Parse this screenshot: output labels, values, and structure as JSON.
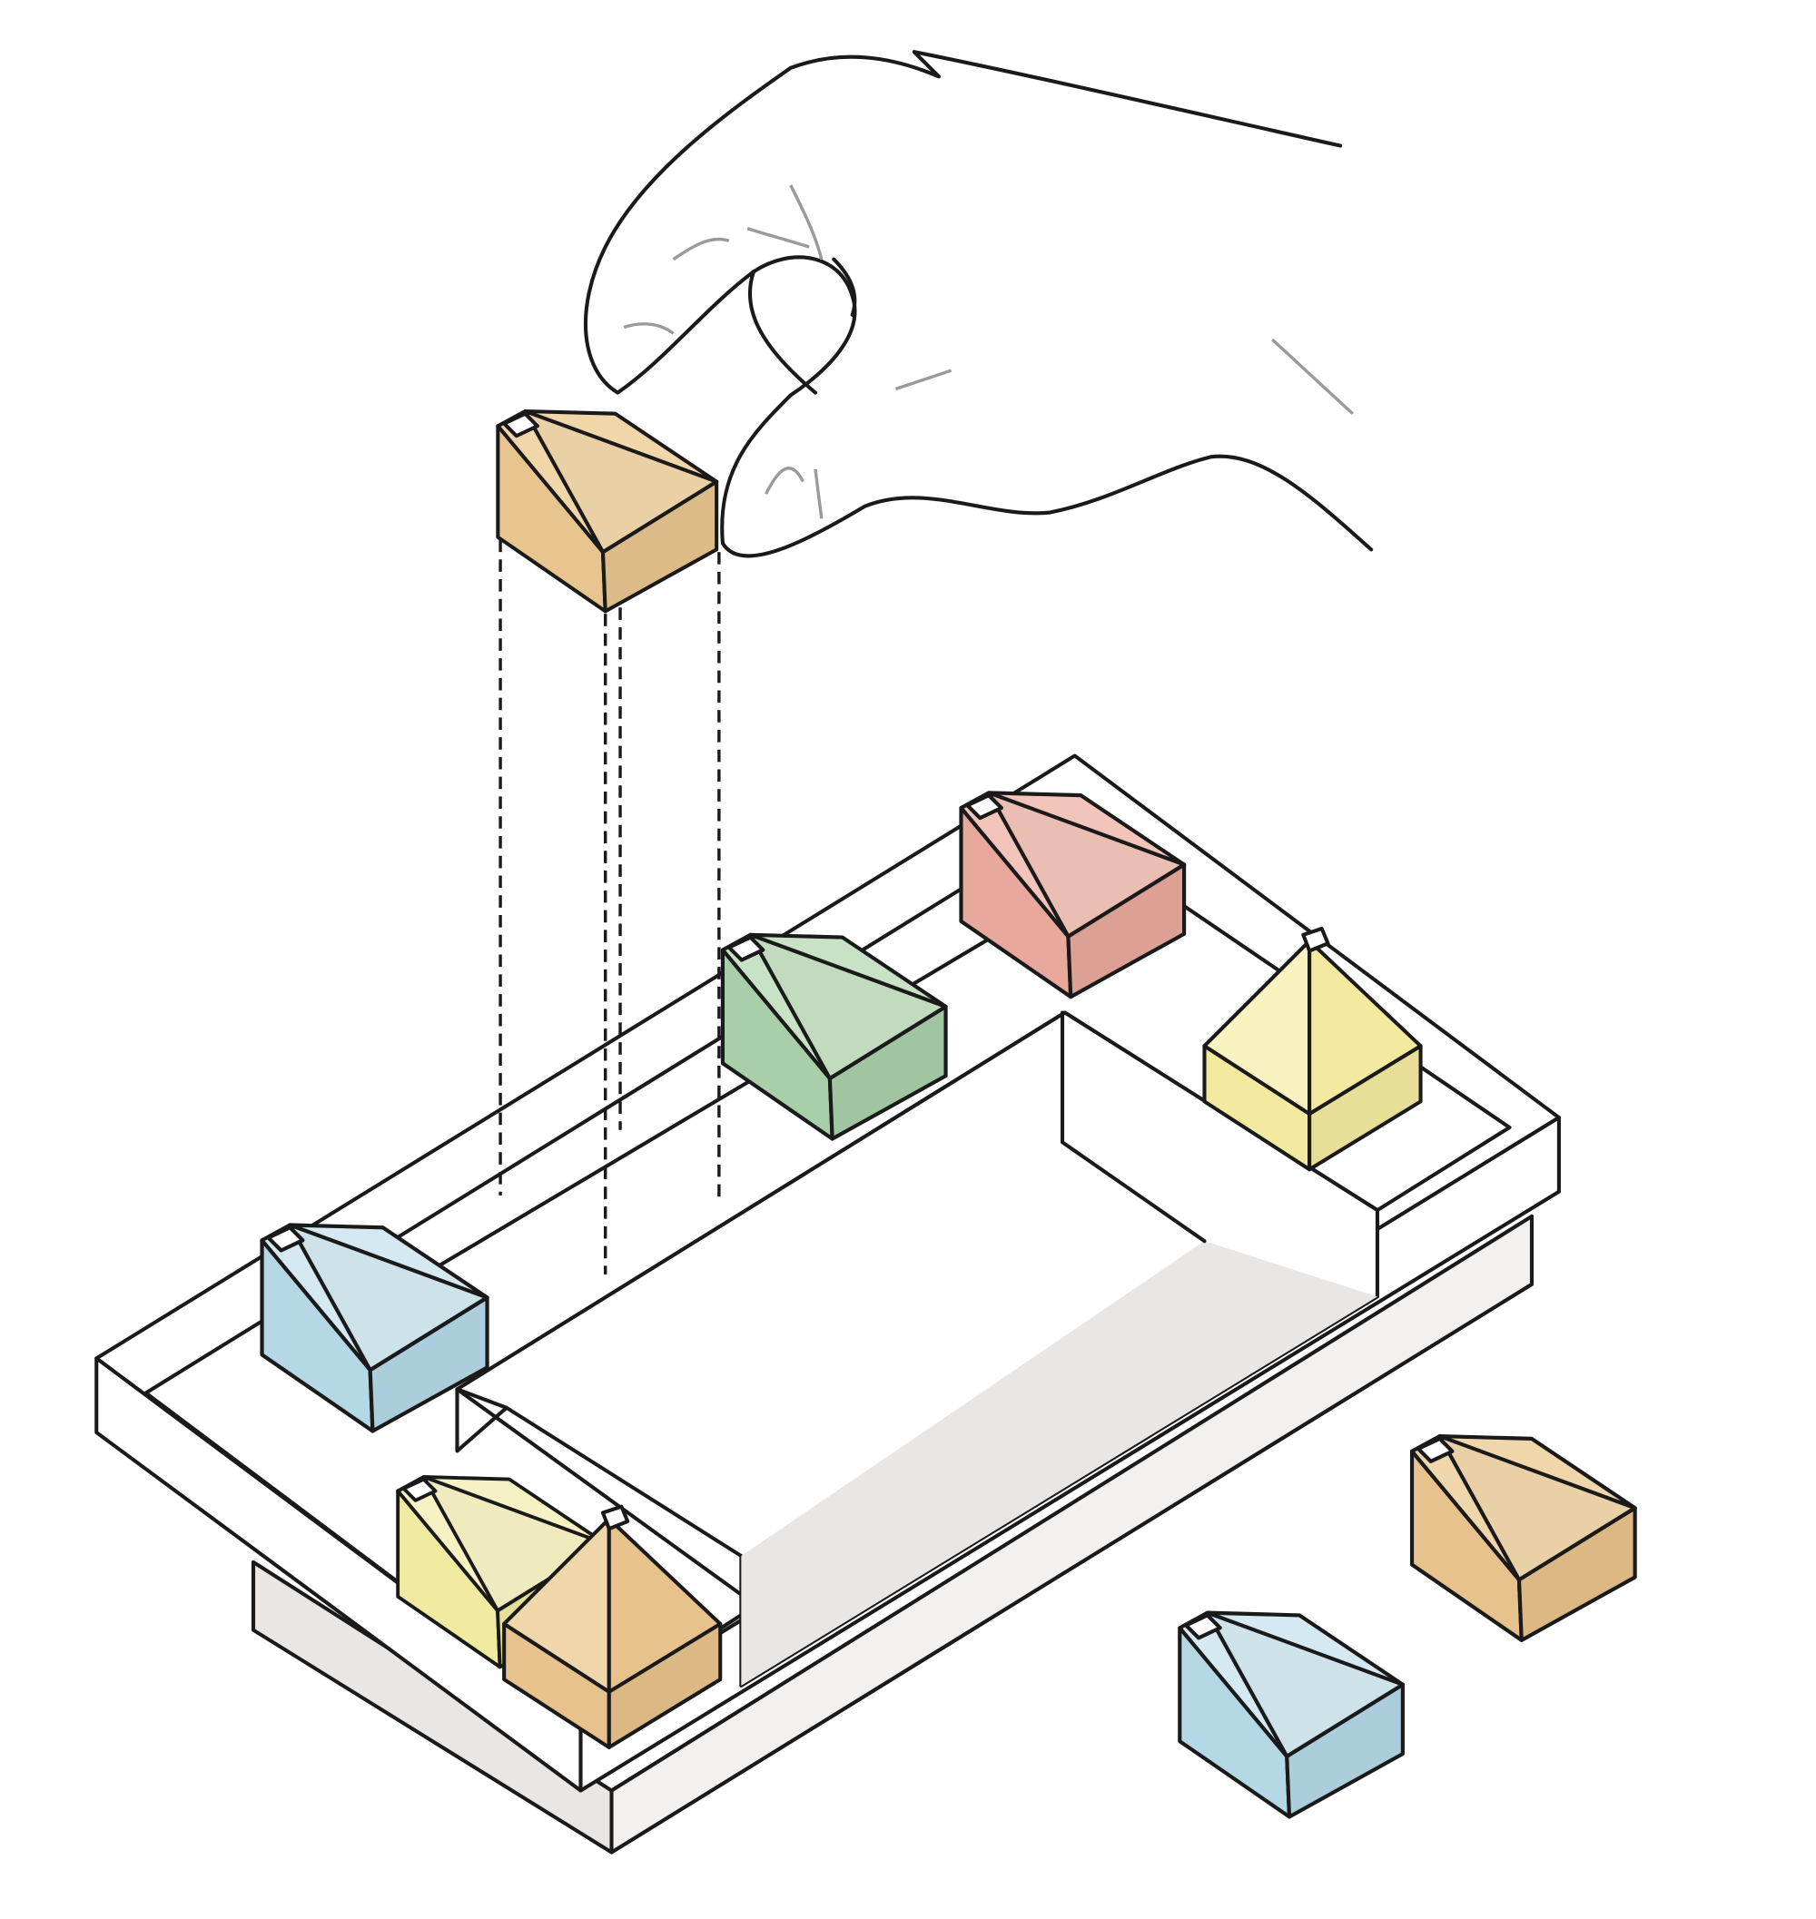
{
  "palette": {
    "outline": "#1a1a1a",
    "tray_fill": "#ffffff",
    "tray_shadow": "#e9e6e3",
    "hand_shade": "#9a9a9a"
  },
  "blocks": [
    {
      "id": "held-orange",
      "role": "held",
      "color": "#e8c58f",
      "roof": "#f1d6aa"
    },
    {
      "id": "red",
      "role": "placed",
      "color": "#e8a89c",
      "roof": "#f2c4ba"
    },
    {
      "id": "green",
      "role": "placed",
      "color": "#a9cfa8",
      "roof": "#c8e2c5"
    },
    {
      "id": "yellow-pyramid",
      "role": "placed",
      "color": "#f3eaa0",
      "roof": "#f8f2c0"
    },
    {
      "id": "blue",
      "role": "placed",
      "color": "#b5d8e6",
      "roof": "#d4e9f1"
    },
    {
      "id": "yellow",
      "role": "placed",
      "color": "#f1eba2",
      "roof": "#f7f2c4"
    },
    {
      "id": "orange",
      "role": "placed",
      "color": "#e8c28c",
      "roof": "#f0d6ab"
    },
    {
      "id": "loose-orange",
      "role": "loose",
      "color": "#e8c28c",
      "roof": "#f0d6ab"
    },
    {
      "id": "loose-blue",
      "role": "loose",
      "color": "#b5d8e6",
      "roof": "#d4e9f1"
    }
  ]
}
